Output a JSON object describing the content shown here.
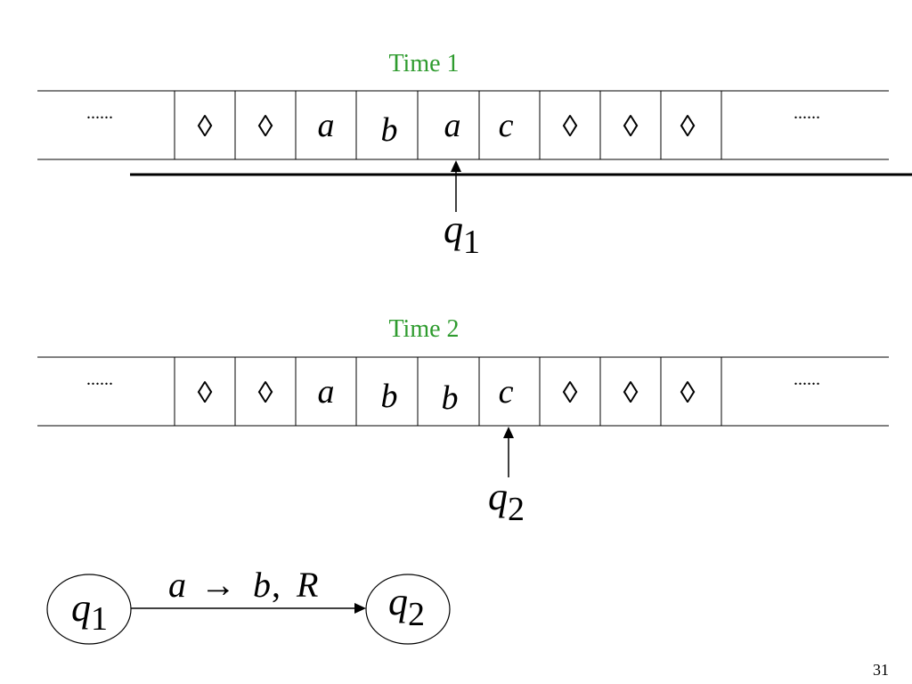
{
  "tapes": [
    {
      "label": "Time 1",
      "left_ellipsis": "......",
      "right_ellipsis": "......",
      "cells": [
        "◊",
        "◊",
        "a",
        "b",
        "a",
        "c",
        "◊",
        "◊",
        "◊"
      ],
      "head_cell_index": 4,
      "head_state": {
        "base": "q",
        "sub": "1"
      }
    },
    {
      "label": "Time 2",
      "left_ellipsis": "......",
      "right_ellipsis": "......",
      "cells": [
        "◊",
        "◊",
        "a",
        "b",
        "b",
        "c",
        "◊",
        "◊",
        "◊"
      ],
      "head_cell_index": 5,
      "head_state": {
        "base": "q",
        "sub": "2"
      }
    }
  ],
  "transition": {
    "from": {
      "base": "q",
      "sub": "1"
    },
    "to": {
      "base": "q",
      "sub": "2"
    },
    "read": "a",
    "arrow": "→",
    "write": "b",
    "move": "R"
  },
  "page_number": "31",
  "colors": {
    "label_green": "#2e9b2e",
    "stroke": "#000000"
  }
}
